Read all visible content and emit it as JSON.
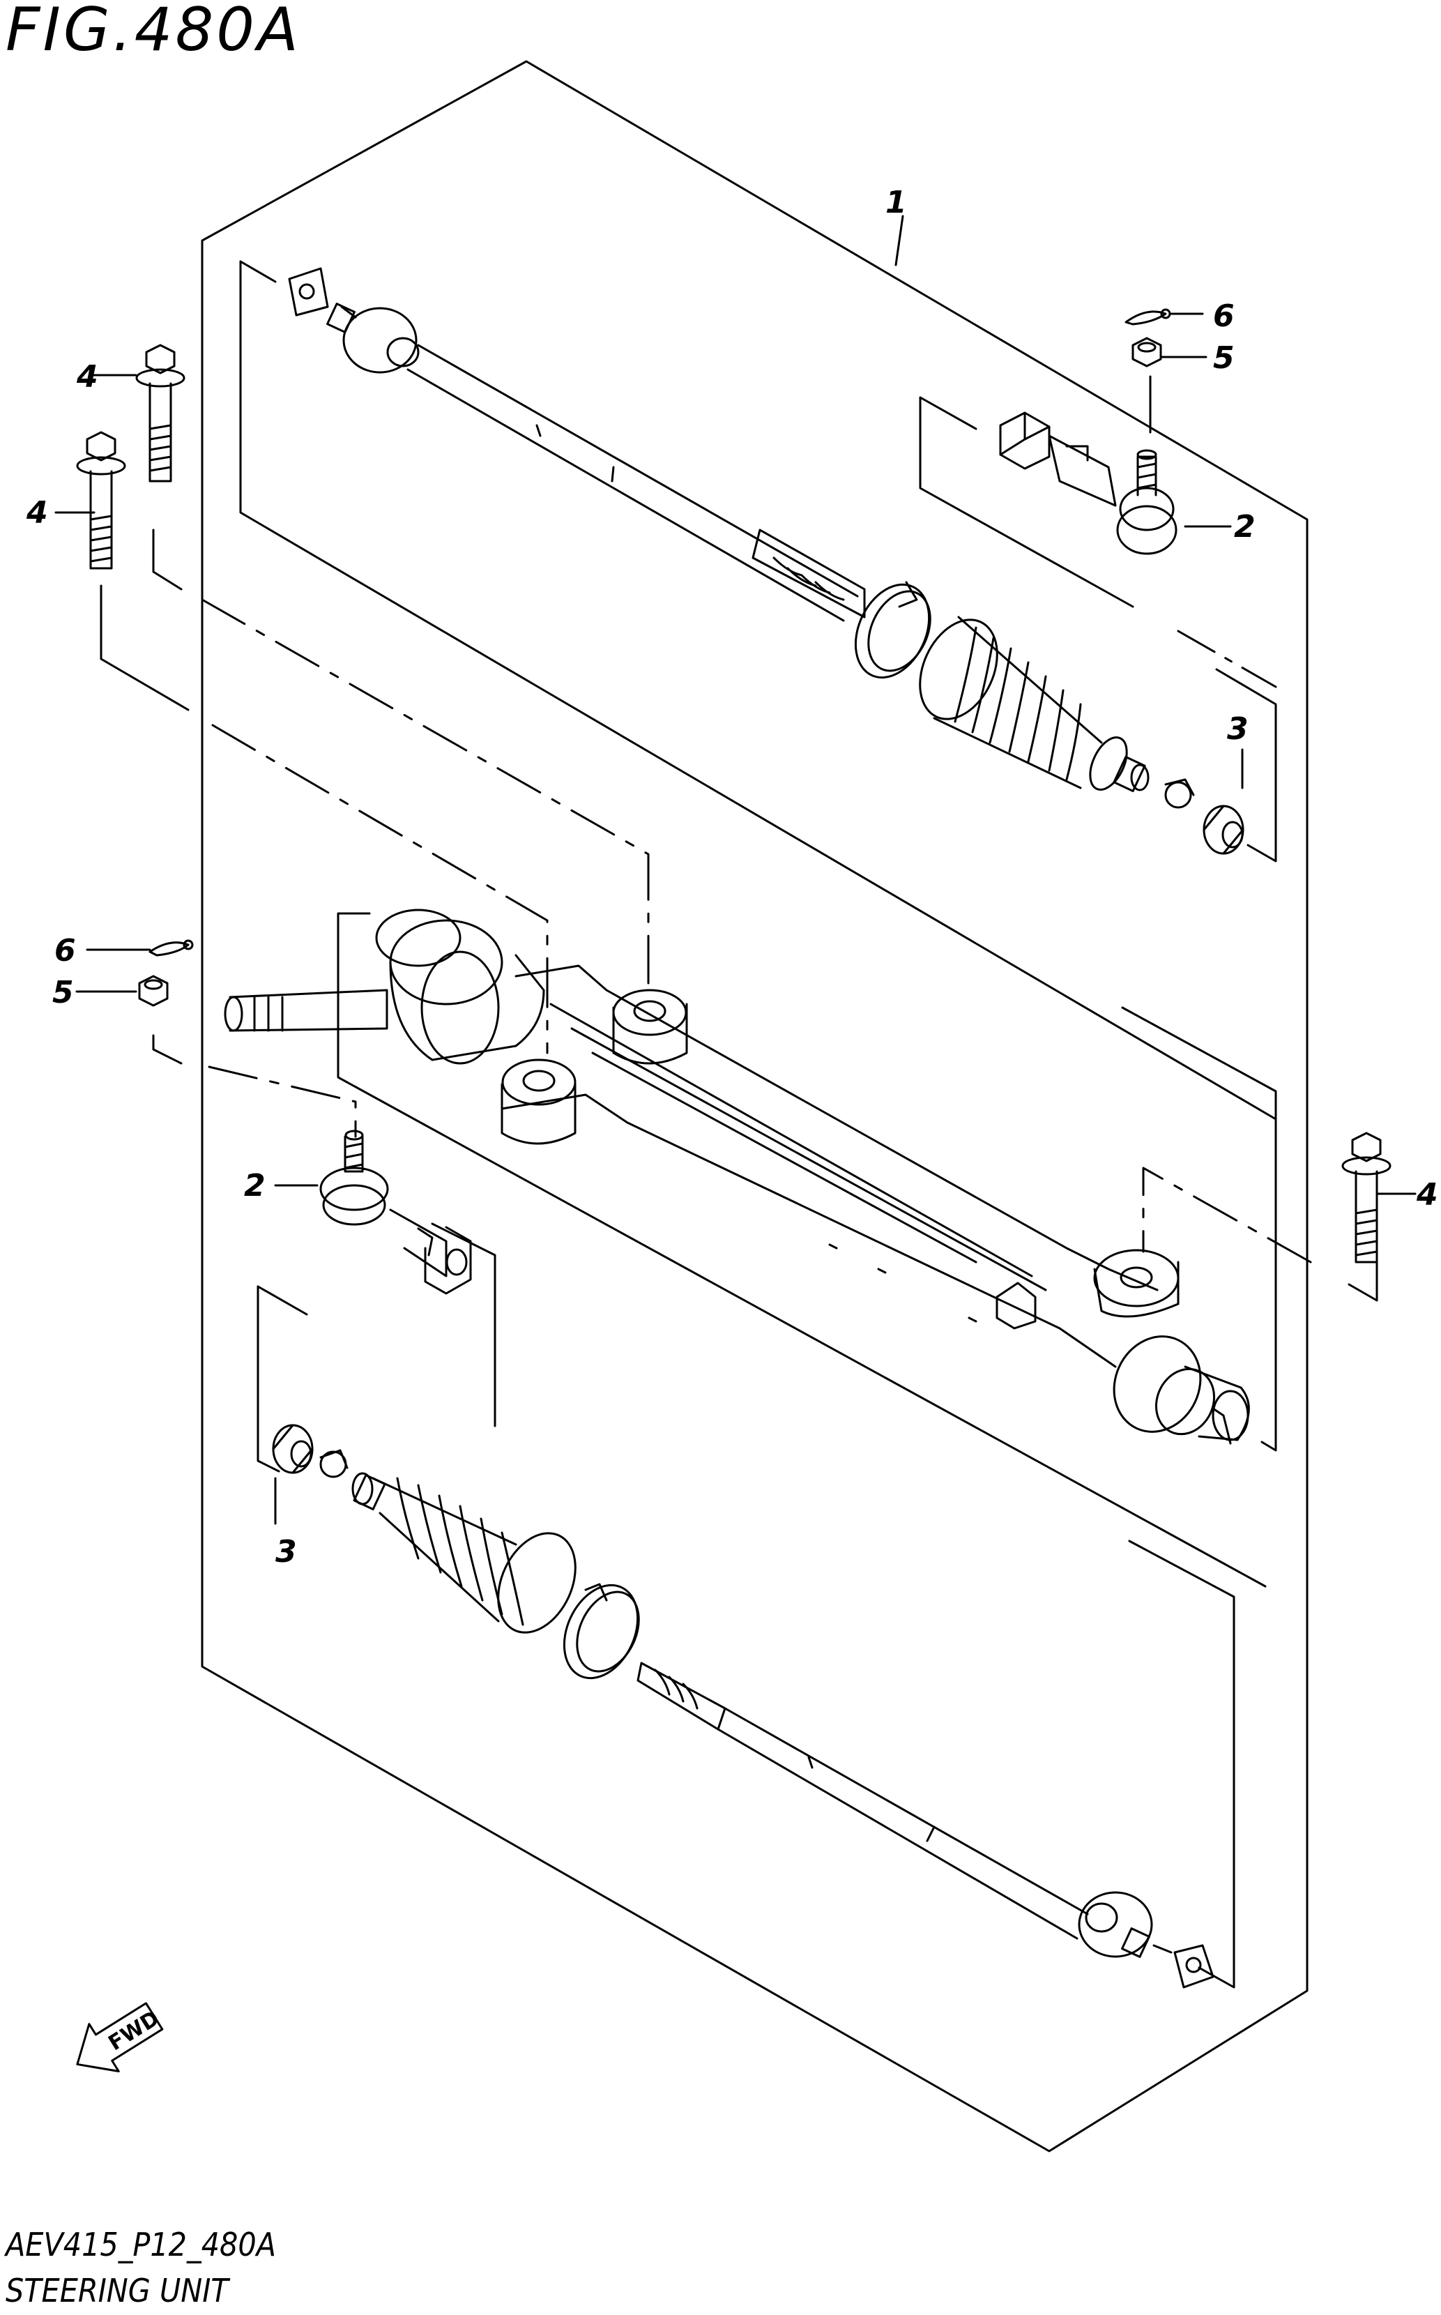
{
  "figure": {
    "title": "FIG.480A",
    "diagram_code": "AEV415_P12_480A",
    "caption": "STEERING UNIT"
  },
  "callouts": {
    "assembly": "1",
    "tie_rod_end_right": "2",
    "tie_rod_end_left": "2",
    "boot_band_right": "3",
    "boot_band_left": "3",
    "bolt_upper_a": "4",
    "bolt_upper_b": "4",
    "bolt_right": "4",
    "nut_right": "5",
    "nut_left": "5",
    "pin_right": "6",
    "pin_left": "6"
  },
  "direction_arrow": {
    "label": "FWD"
  }
}
